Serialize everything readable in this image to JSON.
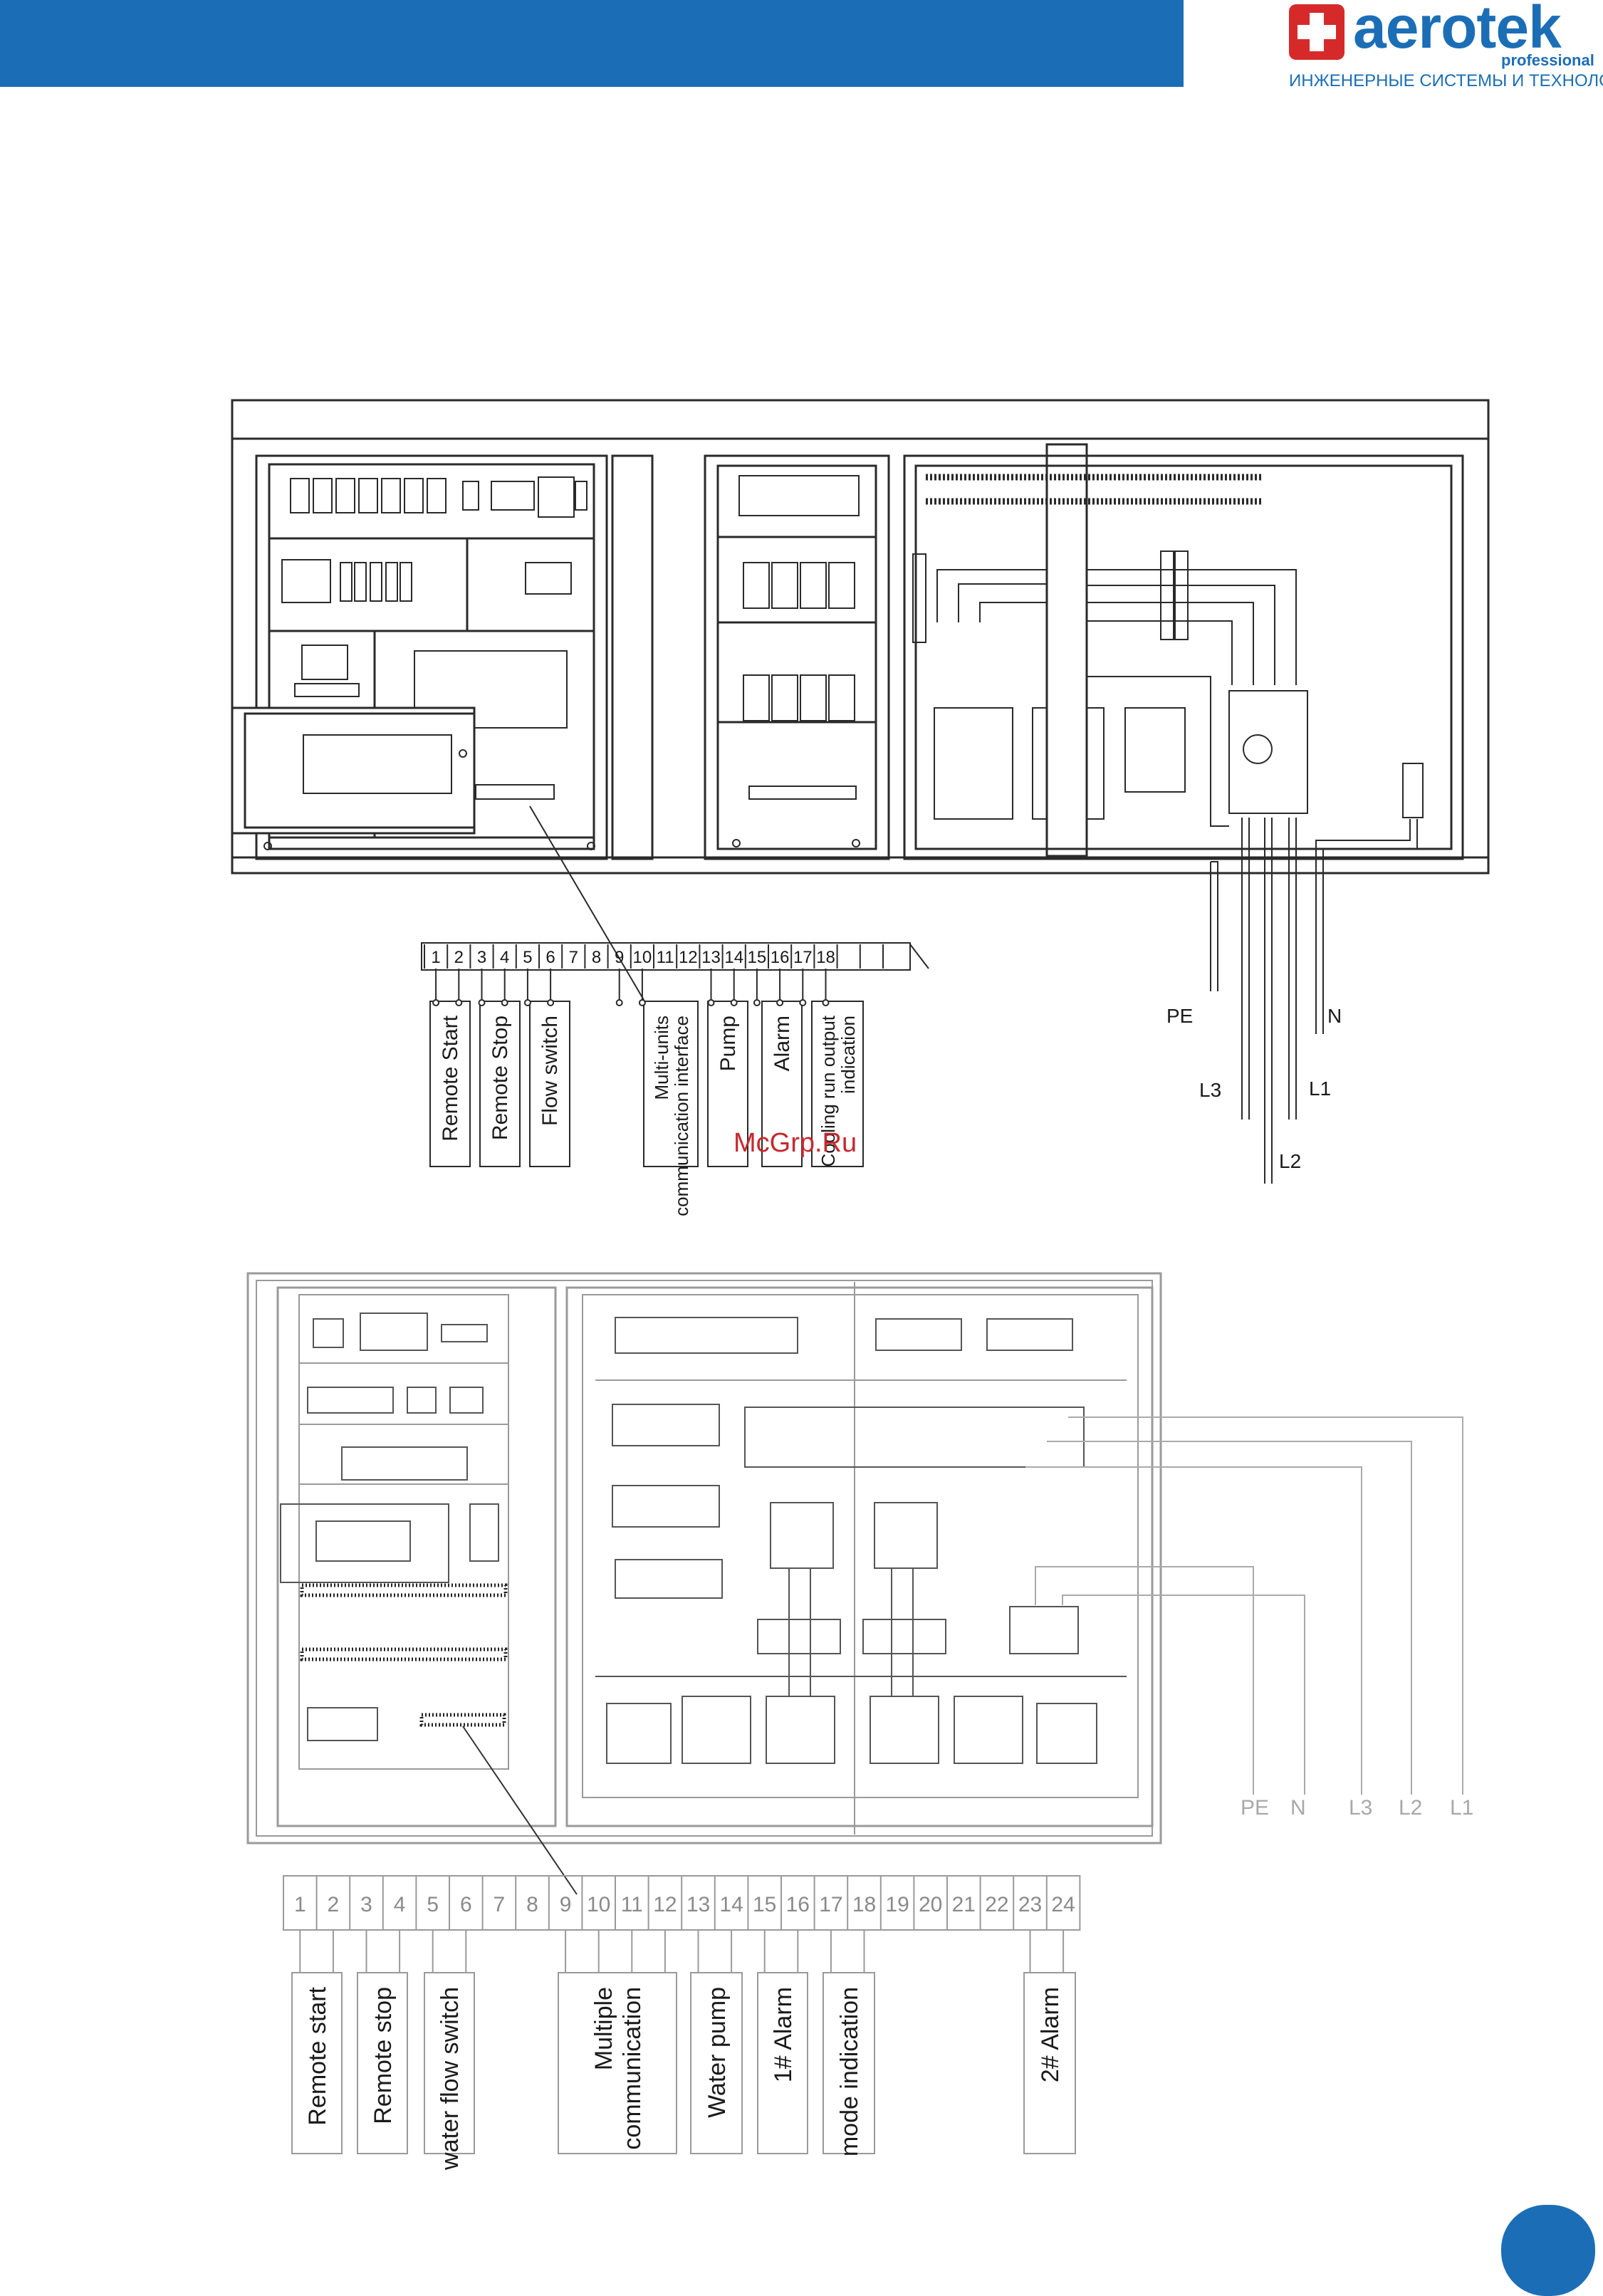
{
  "header": {
    "brand_name": "aerotek",
    "brand_sub": "professional",
    "tagline": "ИНЖЕНЕРНЫЕ СИСТЕМЫ И ТЕХНОЛОГИИ"
  },
  "watermark": "McGrp.Ru",
  "diagram1": {
    "terminal_numbers": [
      "1",
      "2",
      "3",
      "4",
      "5",
      "6",
      "7",
      "8",
      "9",
      "10",
      "11",
      "12",
      "13",
      "14",
      "15",
      "16",
      "17",
      "18"
    ],
    "labels": [
      "Remote Start",
      "Remote Stop",
      "Flow switch",
      "Multi-units\ncommunication interface",
      "Pump",
      "Alarm",
      "Cooling run output\nindication"
    ],
    "power": {
      "pe": "PE",
      "n": "N",
      "l1": "L1",
      "l2": "L2",
      "l3": "L3"
    }
  },
  "diagram2": {
    "terminal_numbers": [
      "1",
      "2",
      "3",
      "4",
      "5",
      "6",
      "7",
      "8",
      "9",
      "10",
      "11",
      "12",
      "13",
      "14",
      "15",
      "16",
      "17",
      "18",
      "19",
      "20",
      "21",
      "22",
      "23",
      "24"
    ],
    "labels": [
      "Remote start",
      "Remote stop",
      "water flow switch",
      "Multiple\ncommunication",
      "Water pump",
      "1# Alarm",
      "mode indication",
      "2# Alarm"
    ],
    "power": {
      "pe": "PE",
      "n": "N",
      "l3": "L3",
      "l2": "L2",
      "l1": "L1"
    }
  },
  "colors": {
    "brand": "#1b6eb6",
    "accent": "#d62a2a",
    "line": "#2a2a2a",
    "line_light": "#9a9a9a"
  }
}
